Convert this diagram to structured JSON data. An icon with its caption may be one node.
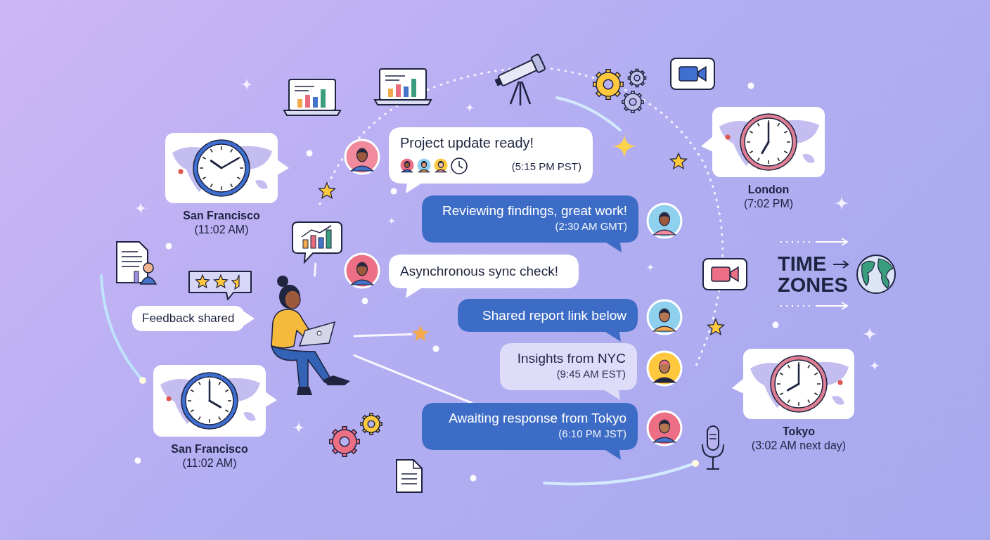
{
  "diagram": {
    "title": "TIME ZONES",
    "nodes": [
      {
        "text": [
          "San Francisco",
          "(11:02 AM)"
        ]
      },
      {
        "text": [
          "San Francisco",
          "(11:02 AM)"
        ]
      },
      {
        "text": [
          "London",
          "(7:02 PM)"
        ]
      },
      {
        "text": [
          "Tokyo",
          "(3:02 AM next day)"
        ]
      },
      {
        "text": [
          "Project update ready!",
          "(5:15 PM PST)"
        ]
      },
      {
        "text": [
          "Reviewing findings, great work!",
          "(2:30 AM GMT)"
        ]
      },
      {
        "text": [
          "Asynchronous sync check!"
        ]
      },
      {
        "text": [
          "Shared report link below"
        ]
      },
      {
        "text": [
          "Insights from NYC",
          "(9:45 AM EST)"
        ]
      },
      {
        "text": [
          "Awaiting response from Tokyo",
          "(6:10 PM JST)"
        ]
      },
      {
        "text": [
          "Feedback shared"
        ]
      },
      {
        "text": [],
        "shape": "person"
      },
      {
        "text": [],
        "shape": "picture"
      },
      {
        "text": [],
        "shape": "person"
      },
      {
        "text": [],
        "shape": "picture"
      }
    ],
    "edges": [
      {
        "from": 11,
        "to": 12,
        "arrow": "none"
      },
      {
        "from": 11,
        "to": 13,
        "arrow": "none"
      },
      {
        "from": 11,
        "to": 14,
        "arrow": "none"
      },
      {
        "from": 11,
        "to": 9,
        "arrow": "none"
      }
    ]
  }
}
